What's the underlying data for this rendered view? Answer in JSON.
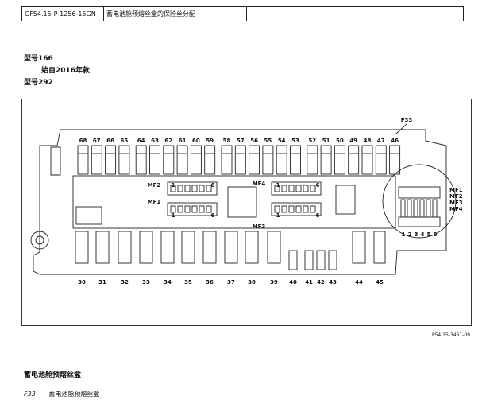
{
  "header": {
    "doc_id": "GF54.15-P-1256-15GN",
    "title": "蓄电池舱预熔丝盒的保险丝分配"
  },
  "models": {
    "line1": "型号166",
    "line2": "始自2016年款",
    "line3": "型号292"
  },
  "diagram": {
    "label_main": "F33",
    "top_fuses": [
      "68",
      "67",
      "66",
      "65",
      "64",
      "63",
      "62",
      "61",
      "60",
      "59",
      "58",
      "57",
      "56",
      "55",
      "54",
      "53",
      "52",
      "51",
      "50",
      "49",
      "48",
      "47",
      "46"
    ],
    "bottom_fuses": [
      "30",
      "31",
      "32",
      "33",
      "34",
      "35",
      "36",
      "37",
      "38",
      "39",
      "40",
      "41",
      "42",
      "43",
      "44",
      "45"
    ],
    "relay_labels": {
      "mf1": "MF1",
      "mf2": "MF2",
      "mf3": "MF3",
      "mf4": "MF4",
      "pin1": "1",
      "pin6": "6"
    },
    "inset_labels": [
      "MF1",
      "MF2",
      "MF3",
      "MF4"
    ],
    "inset_pins": [
      "1",
      "2",
      "3",
      "4",
      "5",
      "6"
    ]
  },
  "figure_code": "P54.15-3461-09",
  "caption": "蓄电池舱预熔丝盒",
  "legend": {
    "key": "F33",
    "desc": "蓄电池舱预熔丝盒"
  }
}
